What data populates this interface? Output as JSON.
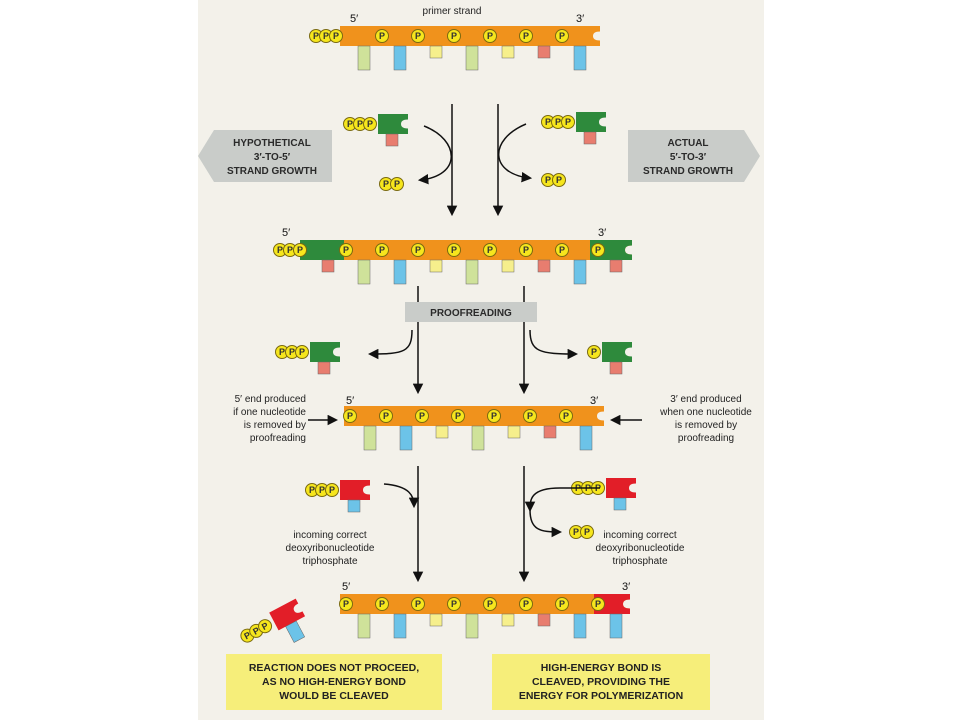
{
  "labels": {
    "primer_strand": "primer strand",
    "prime5": "5′",
    "prime3": "3′",
    "phosphate": "P",
    "hypothetical": [
      "HYPOTHETICAL",
      "3′-TO-5′",
      "STRAND GROWTH"
    ],
    "actual": [
      "ACTUAL",
      "5′-TO-3′",
      "STRAND GROWTH"
    ],
    "proofreading": "PROOFREADING",
    "end5_note": [
      "5′ end produced",
      "if one nucleotide",
      "is removed by",
      "proofreading"
    ],
    "end3_note": [
      "3′ end produced",
      "when one nucleotide",
      "is removed by",
      "proofreading"
    ],
    "incoming": [
      "incoming correct",
      "deoxyribonucleotide",
      "triphosphate"
    ],
    "result_left": [
      "REACTION DOES NOT PROCEED,",
      "AS NO HIGH-ENERGY BOND",
      "WOULD BE CLEAVED"
    ],
    "result_right": [
      "HIGH-ENERGY BOND IS",
      "CLEAVED, PROVIDING THE",
      "ENERGY FOR POLYMERIZATION"
    ]
  },
  "colors": {
    "backbone": "#f0921c",
    "phosphate": "#f6e61d",
    "green_nucleotide": "#2e8a3c",
    "red_nucleotide": "#e21e28",
    "base_green": "#cfe29a",
    "base_blue": "#6cc3e8",
    "base_yellow": "#f6ef8c",
    "base_pink": "#e87d6f",
    "grey_tag": "#c9ccc9",
    "result_box": "#f6ee7a"
  },
  "icons": {
    "arrow": "arrow-icon",
    "phosphate": "phosphate-icon"
  }
}
